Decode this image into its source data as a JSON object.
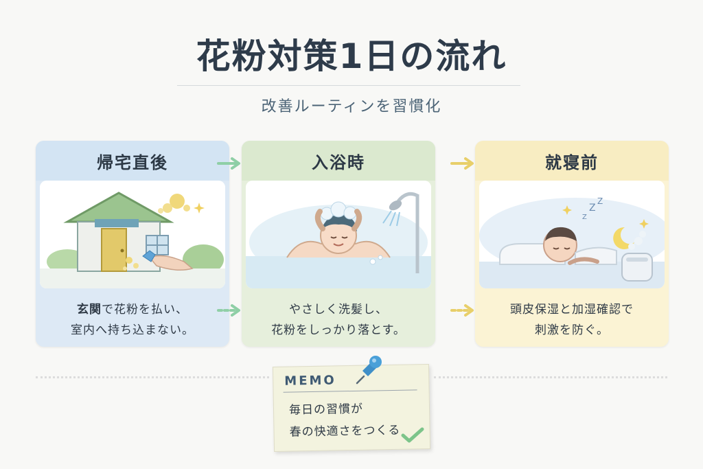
{
  "title": "花粉対策1日の流れ",
  "subtitle": "改善ルーティンを習慣化",
  "steps": [
    {
      "heading": "帰宅直後",
      "text_bold": "玄関",
      "text_line1_rest": "で花粉を払い、",
      "text_line2": "室内へ持ち込まない。",
      "illustration": "house-entrance-brushing-pollen"
    },
    {
      "heading": "入浴時",
      "text_line1": "やさしく洗髪し、",
      "text_line2": "花粉をしっかり落とす。",
      "illustration": "washing-hair-in-bath"
    },
    {
      "heading": "就寝前",
      "text_line1": "頭皮保湿と加湿確認で",
      "text_line2": "刺激を防ぐ。",
      "illustration": "sleeping-with-humidifier"
    }
  ],
  "memo": {
    "title": "MEMO",
    "line1": "毎日の習慣が",
    "line2": "春の快適さをつくる"
  },
  "colors": {
    "card1": "#dde9f5",
    "card2": "#e6efdc",
    "card3": "#fbf3d4",
    "arrow1": "#8fcfa6",
    "arrow2": "#e8cf6a",
    "title": "#2e3b4a"
  },
  "icons": [
    "arrow-right-icon",
    "pushpin-icon",
    "checkmark-icon",
    "sparkle-icon",
    "moon-icon",
    "zzz-icon"
  ]
}
